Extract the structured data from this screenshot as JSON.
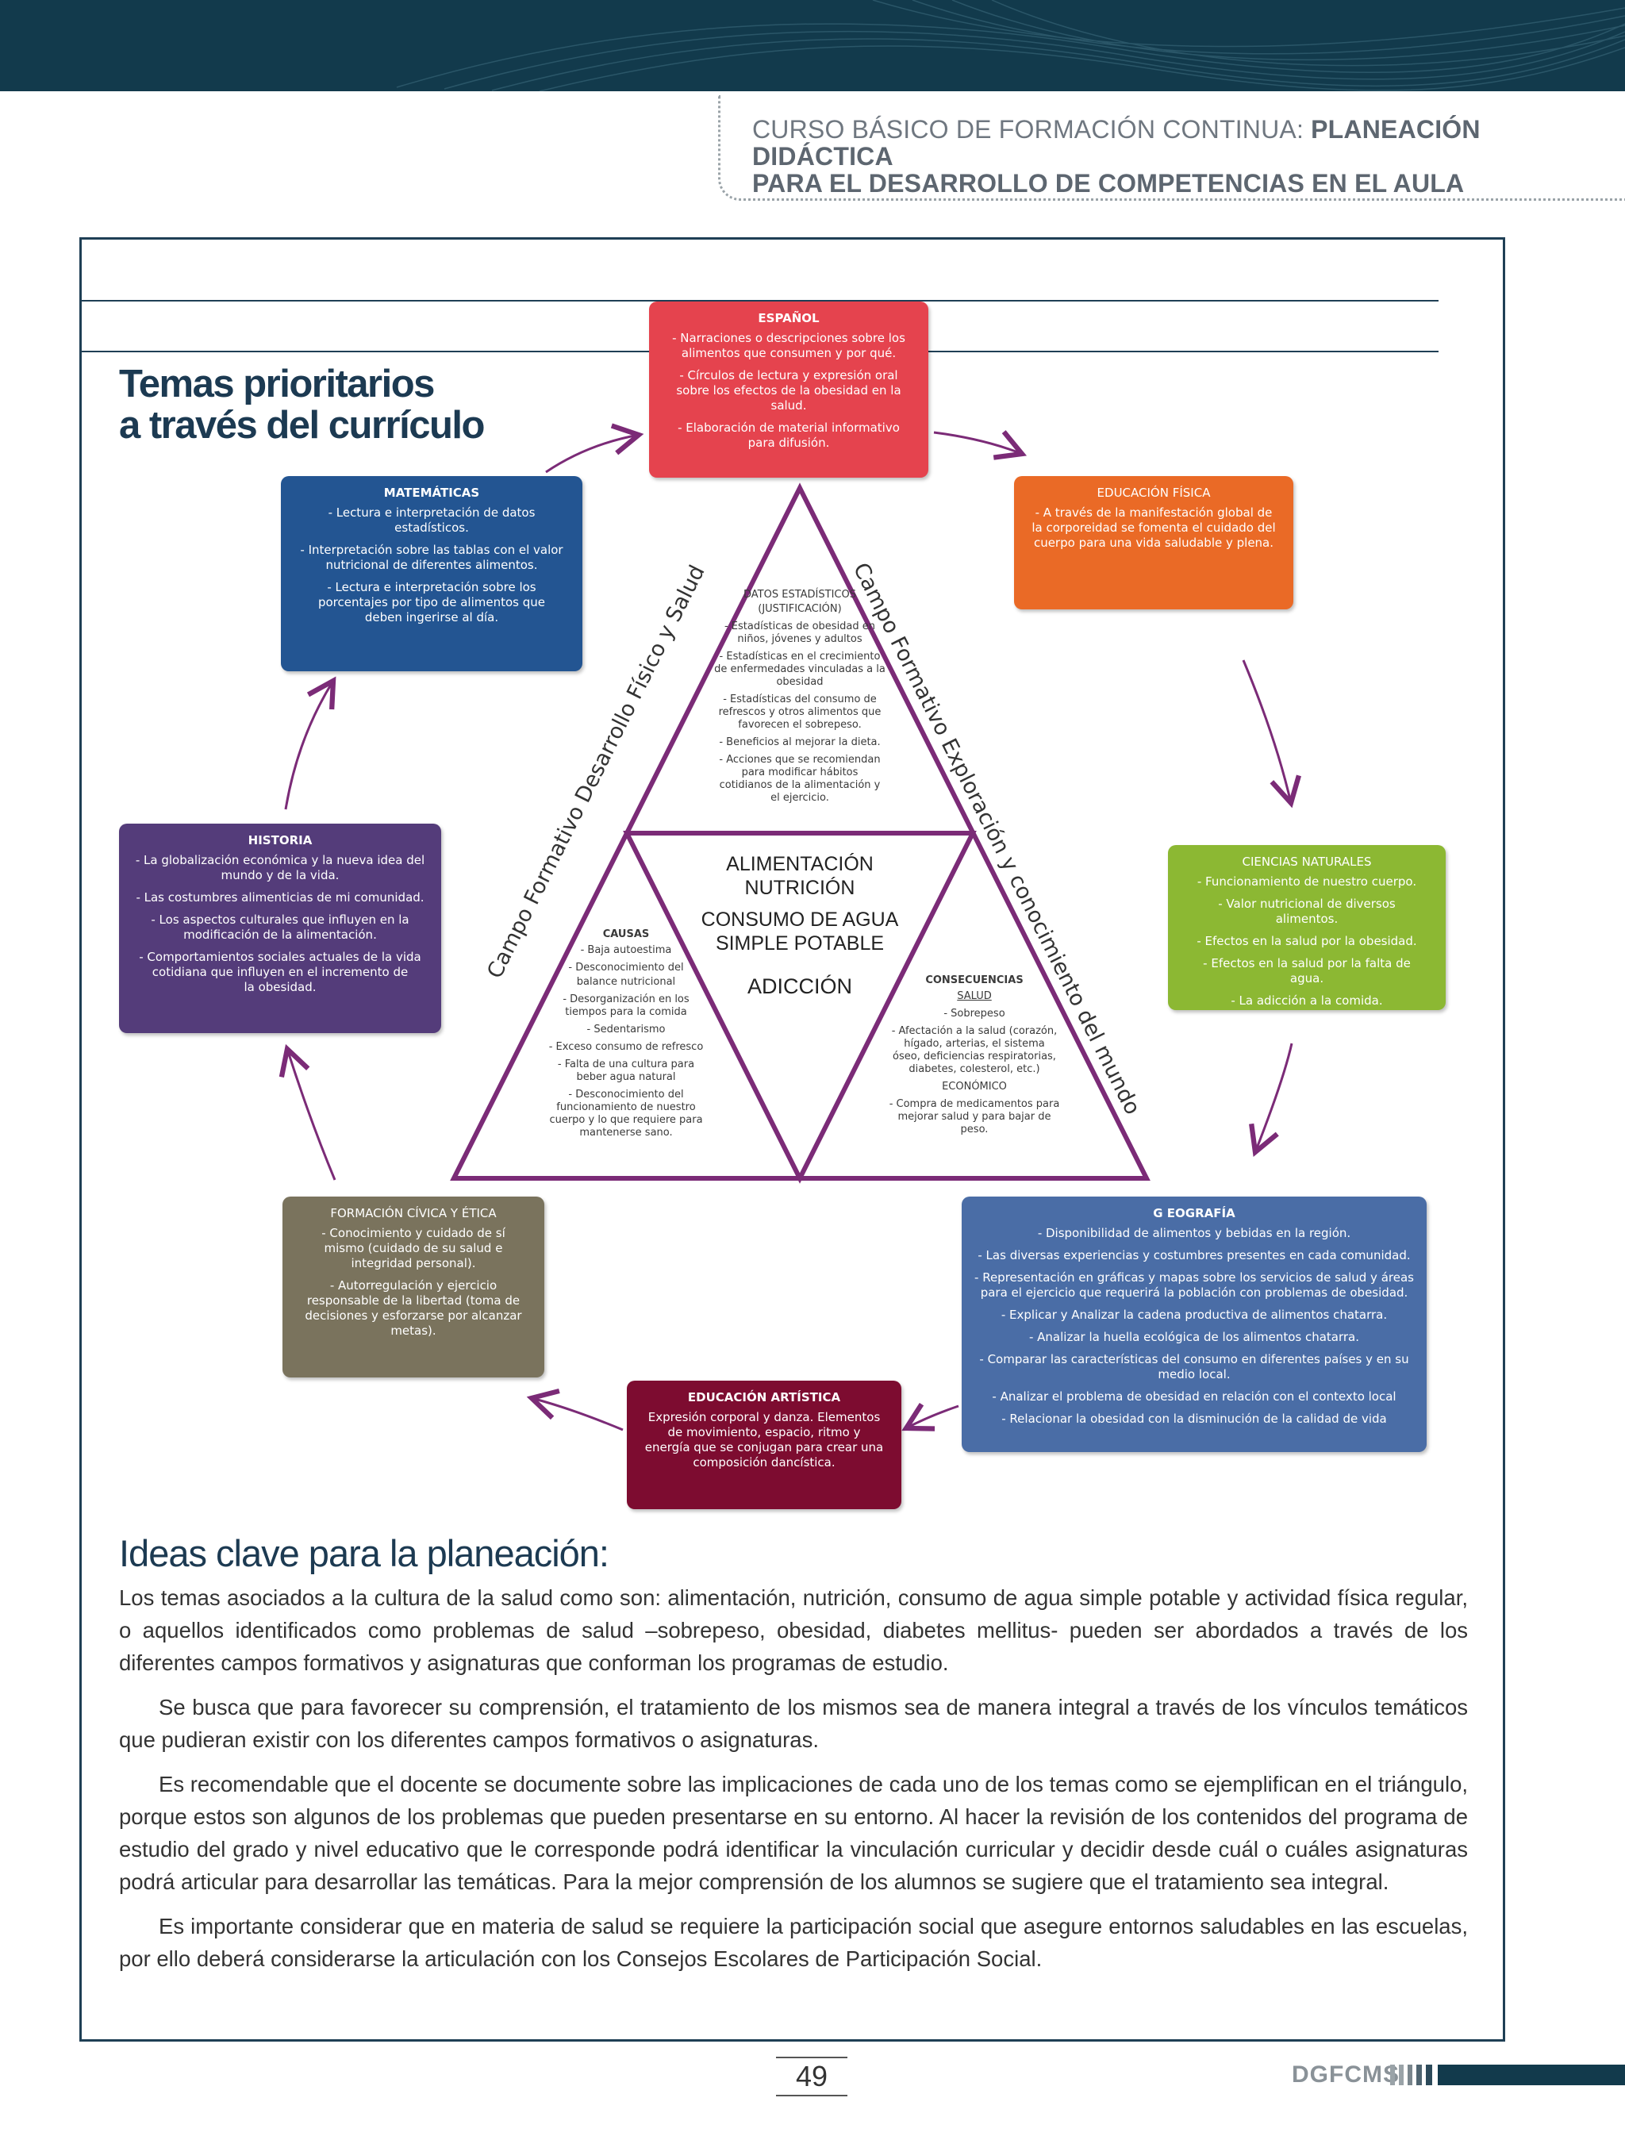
{
  "header": {
    "line1_light": "CURSO BÁSICO DE FORMACIÓN CONTINUA: ",
    "line1_bold": "PLANEACIÓN DIDÁCTICA",
    "line2_bold": "PARA EL DESARROLLO DE COMPETENCIAS EN EL AULA"
  },
  "section_title": {
    "line1": "Temas prioritarios",
    "line2": "a través del currículo"
  },
  "colors": {
    "espanol": "#e5434e",
    "educacion_fisica": "#ea6a26",
    "ciencias_naturales": "#8cb833",
    "geografia": "#4a6da6",
    "educacion_artistica": "#7d0c30",
    "formacion_civica": "#7a735d",
    "historia": "#543c7a",
    "matematicas": "#235592",
    "triangle": "#7b2b77",
    "navy": "#123a4c"
  },
  "boxes": {
    "espanol": {
      "title": "ESPAÑOL",
      "items": [
        "- Narraciones o descripciones sobre los alimentos que consumen y por qué.",
        "- Círculos de lectura y expresión oral sobre los efectos de la obesidad en la salud.",
        "- Elaboración de material informativo para difusión."
      ]
    },
    "educacion_fisica": {
      "title": "EDUCACIÓN FÍSICA",
      "items": [
        "- A  través de la manifestación global de la corporeidad  se fomenta el cuidado del cuerpo  para una vida saludable y plena."
      ]
    },
    "ciencias_naturales": {
      "title": "CIENCIAS NATURALES",
      "items": [
        "- Funcionamiento de nuestro cuerpo.",
        "- Valor nutricional de diversos alimentos.",
        "- Efectos en la salud por la obesidad.",
        "- Efectos en la salud por  la falta de agua.",
        "- La adicción a la comida."
      ]
    },
    "geografia": {
      "title": "G EOGRAFÍA",
      "items": [
        "- Disponibilidad de alimentos  y bebidas en la región.",
        "- Las diversas experiencias y costumbres  presentes en cada comunidad.",
        "- Representación en gráficas y mapas sobre los servicios de salud y áreas para  el ejercicio  que  requerirá la población con problemas de obesidad.",
        "- Explicar y Analizar la cadena productiva de alimentos chatarra.",
        "- Analizar la huella ecológica de los alimentos chatarra.",
        "- Comparar las características del consumo en diferentes países y en su medio local.",
        "- Analizar el problema de obesidad  en relación con el contexto local",
        "- Relacionar la obesidad con la disminución de la calidad de vida"
      ]
    },
    "educacion_artistica": {
      "title": "EDUCACIÓN ARTÍSTICA",
      "items": [
        "Expresión corporal y danza. Elementos de movimiento, espacio, ritmo y energía que se conjugan para crear una composición dancística."
      ]
    },
    "formacion_civica": {
      "title": "FORMACIÓN CÍVICA Y ÉTICA",
      "items": [
        "- Conocimiento y cuidado de sí mismo (cuidado de su salud e integridad personal).",
        "-  Autorregulación y ejercicio responsable de la libertad (toma de decisiones y esforzarse por alcanzar metas)."
      ]
    },
    "historia": {
      "title": "HISTORIA",
      "items": [
        "- La globalización económica y la nueva idea del mundo y de la vida.",
        "- Las costumbres alimenticias de mi comunidad.",
        "- Los aspectos culturales que influyen en la modificación de la alimentación.",
        "- Comportamientos sociales actuales de la vida cotidiana que influyen en el incremento de",
        "la obesidad."
      ]
    },
    "matematicas": {
      "title": "MATEMÁTICAS",
      "items": [
        "- Lectura e interpretación de datos estadísticos.",
        "- Interpretación sobre las tablas con el valor nutricional de diferentes alimentos.",
        "- Lectura e interpretación sobre los porcentajes por tipo de alimentos que deben ingerirse al día."
      ]
    }
  },
  "triangle": {
    "top": {
      "title": "DATOS ESTADÍSTICOS",
      "subtitle": "(JUSTIFICACIÓN)",
      "items": [
        "- Estadísticas de obesidad en niños, jóvenes y adultos",
        "- Estadísticas en el crecimiento de enfermedades vinculadas a la obesidad",
        "- Estadísticas del consumo de refrescos y otros alimentos que favorecen el sobrepeso.",
        "- Beneficios al mejorar la dieta.",
        "- Acciones que se recomiendan para modificar hábitos cotidianos de la alimentación y el ejercicio."
      ]
    },
    "center": {
      "line1": "ALIMENTACIÓN",
      "line2": "NUTRICIÓN",
      "line3": "CONSUMO DE AGUA",
      "line4": "SIMPLE POTABLE",
      "line5": "ADICCIÓN"
    },
    "left": {
      "title": "CAUSAS",
      "items": [
        "- Baja autoestima",
        "- Desconocimiento del",
        "balance nutricional",
        "- Desorganización en los tiempos para la comida",
        "- Sedentarismo",
        "- Exceso consumo de refresco",
        "- Falta de una cultura para beber agua natural",
        "- Desconocimiento del funcionamiento de nuestro cuerpo y lo que requiere para mantenerse sano."
      ]
    },
    "right": {
      "title": "CONSECUENCIAS",
      "salud_label": "SALUD",
      "salud_items": [
        "- Sobrepeso",
        "- Afectación a la salud (corazón, hígado, arterias, el sistema óseo, deficiencias respiratorias, diabetes, colesterol, etc.)"
      ],
      "economico_label": "ECONÓMICO",
      "economico_items": [
        "-  Compra de medicamentos para mejorar salud y para bajar de peso."
      ]
    },
    "side_left": "Campo Formativo Desarrollo Físico y Salud",
    "side_right": "Campo Formativo Exploración y conocimiento del mundo"
  },
  "ideas": {
    "title": "Ideas clave para la planeación:",
    "paragraphs": [
      "Los temas asociados a la cultura de la salud como son: alimentación, nutrición, consumo de agua simple potable y actividad física regular, o aquellos identificados como problemas de salud –sobrepeso, obesidad, diabetes mellitus- pueden ser abordados a través de los diferentes campos formativos  y asignaturas que conforman los programas de  estudio.",
      "Se busca que para favorecer su comprensión, el tratamiento de los mismos sea de manera integral a través  de los vínculos temáticos que pudieran existir con los diferentes  campos formativos o asignaturas.",
      "Es recomendable que el docente se documente sobre las implicaciones de cada uno de los temas como se ejemplifican en el triángulo, porque estos son algunos de los problemas que pueden presentarse en su entorno.  Al hacer la revisión de los contenidos del programa de estudio del grado y nivel educativo  que le corresponde podrá identificar la vinculación curricular y decidir desde cuál o cuáles asignaturas podrá  articular para desarrollar las temáticas. Para la mejor comprensión de los alumnos se sugiere que el tratamiento sea integral.",
      "Es importante considerar que en materia de salud se requiere la participación social que asegure entornos saludables en las escuelas, por ello deberá considerarse la articulación con los Consejos Escolares de Participación Social."
    ]
  },
  "footer": {
    "page_number": "49",
    "brand": "DGFCMS"
  }
}
